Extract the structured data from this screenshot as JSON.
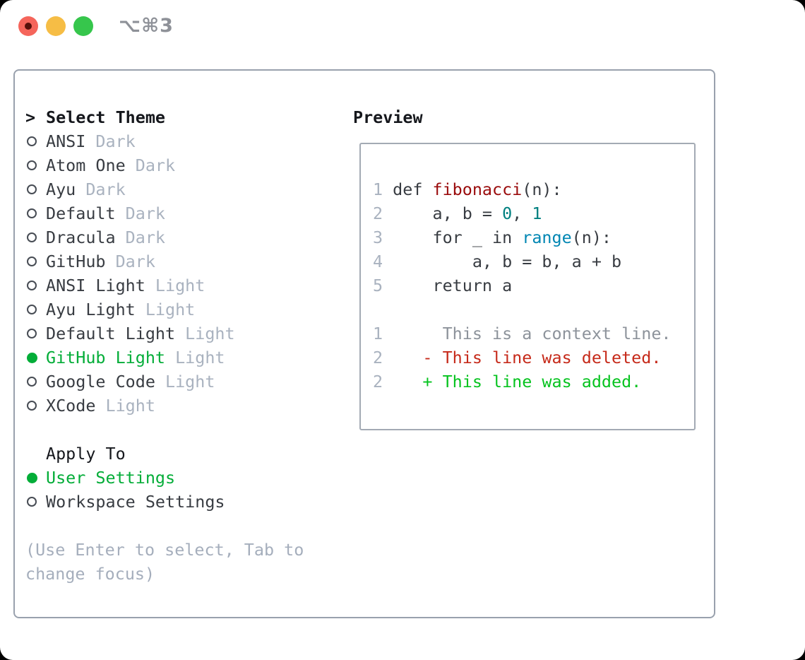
{
  "window": {
    "title": "⌥⌘3",
    "traffic_lights": [
      {
        "name": "close",
        "color": "#f5655b"
      },
      {
        "name": "minimize",
        "color": "#f6bd45"
      },
      {
        "name": "zoom",
        "color": "#36c64c"
      }
    ]
  },
  "colors": {
    "selection_green": "#03ad38",
    "added_green": "#06c31f",
    "deleted_red": "#c62a1a",
    "muted_gray": "#a9b2bf",
    "text_dark": "#383c42",
    "panel_border": "#99a1ad"
  },
  "left_panel": {
    "header": {
      "marker": ">",
      "label": "Select Theme"
    },
    "themes": [
      {
        "name": "ANSI",
        "variant": "Dark",
        "selected": false
      },
      {
        "name": "Atom One",
        "variant": "Dark",
        "selected": false
      },
      {
        "name": "Ayu",
        "variant": "Dark",
        "selected": false
      },
      {
        "name": "Default",
        "variant": "Dark",
        "selected": false
      },
      {
        "name": "Dracula",
        "variant": "Dark",
        "selected": false
      },
      {
        "name": "GitHub",
        "variant": "Dark",
        "selected": false
      },
      {
        "name": "ANSI Light",
        "variant": "Light",
        "selected": false
      },
      {
        "name": "Ayu Light",
        "variant": "Light",
        "selected": false
      },
      {
        "name": "Default Light",
        "variant": "Light",
        "selected": false
      },
      {
        "name": "GitHub Light",
        "variant": "Light",
        "selected": true
      },
      {
        "name": "Google Code",
        "variant": "Light",
        "selected": false
      },
      {
        "name": "XCode",
        "variant": "Light",
        "selected": false
      }
    ],
    "apply_to": {
      "label": "Apply To",
      "options": [
        {
          "name": "User Settings",
          "selected": true
        },
        {
          "name": "Workspace Settings",
          "selected": false
        }
      ]
    },
    "hint_lines": [
      "(Use Enter to select, Tab to",
      "change focus)"
    ]
  },
  "preview": {
    "title": "Preview",
    "token_colors": {
      "ln": "#a9b2bf",
      "t": "#383c42",
      "fn": "#9a0b0c",
      "num": "#008080",
      "bi": "#0086b3",
      "ctx": "#8d939b",
      "del": "#c62a1a",
      "add": "#06c31f"
    },
    "code_lines": [
      [
        [
          "1 ",
          "ln"
        ],
        [
          "def ",
          "t"
        ],
        [
          "fibonacci",
          "fn"
        ],
        [
          "(n):",
          "t"
        ]
      ],
      [
        [
          "2 ",
          "ln"
        ],
        [
          "    a, b = ",
          "t"
        ],
        [
          "0",
          "num"
        ],
        [
          ", ",
          "t"
        ],
        [
          "1",
          "num"
        ]
      ],
      [
        [
          "3 ",
          "ln"
        ],
        [
          "    for _ in ",
          "t"
        ],
        [
          "range",
          "bi"
        ],
        [
          "(n):",
          "t"
        ]
      ],
      [
        [
          "4 ",
          "ln"
        ],
        [
          "        a, b = b, a + b",
          "t"
        ]
      ],
      [
        [
          "5 ",
          "ln"
        ],
        [
          "    return a",
          "t"
        ]
      ],
      [],
      [
        [
          "1 ",
          "ln"
        ],
        [
          "     This is a context line.",
          "ctx"
        ]
      ],
      [
        [
          "2 ",
          "ln"
        ],
        [
          "   - This line was deleted.",
          "del"
        ]
      ],
      [
        [
          "2 ",
          "ln"
        ],
        [
          "   + This line was added.",
          "add"
        ]
      ]
    ]
  }
}
